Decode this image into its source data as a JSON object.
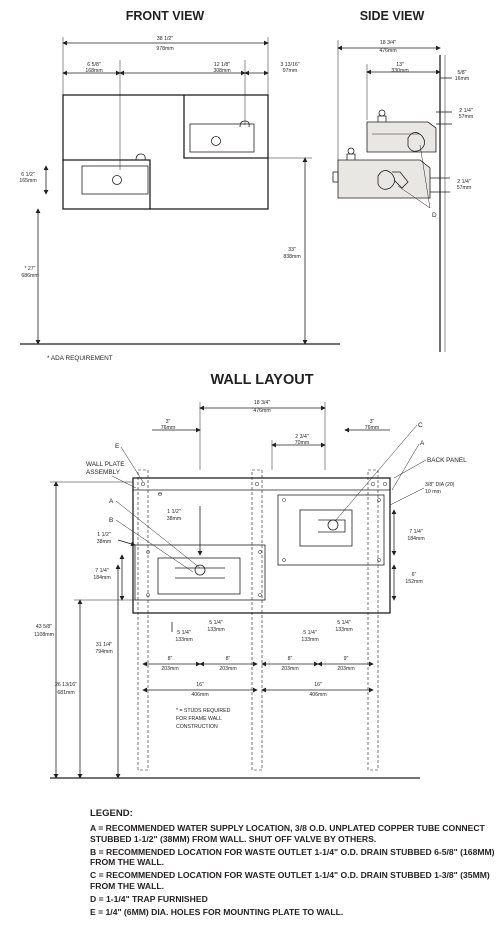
{
  "titles": {
    "front": "FRONT VIEW",
    "side": "SIDE VIEW",
    "wall": "WALL LAYOUT"
  },
  "front_view": {
    "overall": "38 1/2\"",
    "overall_mm": "978mm",
    "left_offset": "6 5/8\"",
    "left_offset_mm": "168mm",
    "center_offset": "12 1/8\"",
    "center_offset_mm": "308mm",
    "right_offset": "3 13/16\"",
    "right_offset_mm": "97mm",
    "basin_height": "6 1/2\"",
    "basin_height_mm": "165mm",
    "floor_high": "33\"",
    "floor_high_mm": "838mm",
    "floor_low": "* 27\"",
    "floor_low_mm": "686mm",
    "ada_note": "* ADA REQUIREMENT"
  },
  "side_view": {
    "depth": "18 3/4\"",
    "depth_mm": "476mm",
    "spout": "13\"",
    "spout_mm": "330mm",
    "top_gap": "5/8\"",
    "top_gap_mm": "16mm",
    "upper_trap": "2 1/4\"",
    "upper_trap_mm": "57mm",
    "lower_trap": "2 1/4\"",
    "lower_trap_mm": "57mm",
    "callout_d": "D"
  },
  "wall_layout": {
    "overall": "18 3/4\"",
    "overall_mm": "476mm",
    "left_edge": "3\"",
    "left_edge_mm": "76mm",
    "right_edge": "3\"",
    "right_edge_mm": "76mm",
    "mid_offset": "2 3/4\"",
    "mid_offset_mm": "70mm",
    "callout_e": "E",
    "callout_c": "C",
    "callout_a_right": "A",
    "callout_a_left": "A",
    "callout_b": "B",
    "wall_plate_line1": "WALL PLATE",
    "wall_plate_line2": "ASSEMBLY",
    "back_panel": "BACK PANEL",
    "hole_dia": "3/8\" DIA (20)",
    "hole_dia_mm": "10 mm",
    "left_supply": "1 1/2\"",
    "left_supply_mm": "38mm",
    "left_side": "1 1/2\"",
    "left_side_mm": "38mm",
    "left_plate": "7 1/4\"",
    "left_plate_mm": "184mm",
    "right_plate": "7 1/4\"",
    "right_plate_mm": "184mm",
    "right_low": "6\"",
    "right_low_mm": "152mm",
    "total_height": "43 5/8\"",
    "total_height_mm": "1108mm",
    "low_height": "26 13/16\"",
    "low_height_mm": "681mm",
    "mid_height": "31 1/4\"",
    "mid_height_mm": "794mm",
    "bl1": "5 1/4\"",
    "bl1_mm": "133mm",
    "bl2": "5 1/4\"",
    "bl2_mm": "133mm",
    "br1": "5 1/4\"",
    "br1_mm": "133mm",
    "br2": "5 1/4\"",
    "br2_mm": "133mm",
    "s1": "8\"",
    "s1_mm": "203mm",
    "s2": "8\"",
    "s2_mm": "203mm",
    "s3": "8\"",
    "s3_mm": "203mm",
    "s4": "9\"",
    "s4_mm": "203mm",
    "stud_left": "16\"",
    "stud_left_mm": "406mm",
    "stud_right": "16\"",
    "stud_right_mm": "406mm",
    "studs_note1": "* = STUDS REQUIRED",
    "studs_note2": "FOR FRAME WALL",
    "studs_note3": "CONSTRUCTION"
  },
  "legend": {
    "title": "LEGEND:",
    "items": [
      "A = RECOMMENDED WATER SUPPLY LOCATION, 3/8 O.D. UNPLATED COPPER TUBE CONNECT STUBBED 1-1/2\" (38mm) FROM WALL. SHUT OFF VALVE BY OTHERS.",
      "B = RECOMMENDED LOCATION FOR WASTE OUTLET 1-1/4\" O.D. DRAIN STUBBED 6-5/8\" (168mm) FROM THE WALL.",
      "C = RECOMMENDED LOCATION FOR WASTE OUTLET 1-1/4\" O.D. DRAIN STUBBED 1-3/8\" (35mm) FROM THE WALL.",
      "D = 1-1/4\" TRAP FURNISHED",
      "E = 1/4\" (6mm) DIA. HOLES FOR MOUNTING PLATE TO WALL."
    ]
  }
}
